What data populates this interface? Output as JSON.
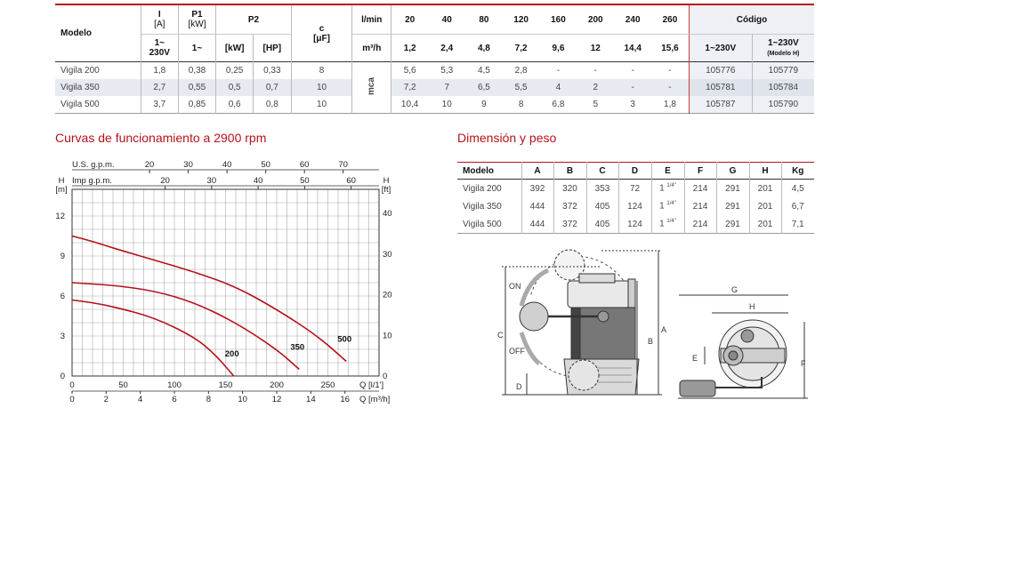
{
  "spec_table": {
    "headers": {
      "modelo": "Modelo",
      "i_top": "I",
      "i_unit": "[A]",
      "i_sub": "1~",
      "i_sub2": "230V",
      "p1_top": "P1",
      "p1_unit": "[kW]",
      "p1_sub": "1~",
      "p2": "P2",
      "p2_kw": "[kW]",
      "p2_hp": "[HP]",
      "c_top": "c",
      "c_unit": "[μF]",
      "lmin": "l/min",
      "m3h": "m³/h",
      "flows_lmin": [
        "20",
        "40",
        "80",
        "120",
        "160",
        "200",
        "240",
        "260"
      ],
      "flows_m3h": [
        "1,2",
        "2,4",
        "4,8",
        "7,2",
        "9,6",
        "12",
        "14,4",
        "15,6"
      ],
      "codigo": "Código",
      "code_a": "1~230V",
      "code_b": "1~230V",
      "code_b_note": "(Modelo H)",
      "mca": "mca"
    },
    "rows": [
      {
        "model": "Vigila 200",
        "i": "1,8",
        "p1": "0,38",
        "kw": "0,25",
        "hp": "0,33",
        "c": "8",
        "heads": [
          "5,6",
          "5,3",
          "4,5",
          "2,8",
          "-",
          "-",
          "-",
          "-"
        ],
        "code_a": "105776",
        "code_b": "105779"
      },
      {
        "model": "Vigila 350",
        "i": "2,7",
        "p1": "0,55",
        "kw": "0,5",
        "hp": "0,7",
        "c": "10",
        "heads": [
          "7,2",
          "7",
          "6,5",
          "5,5",
          "4",
          "2",
          "-",
          "-"
        ],
        "code_a": "105781",
        "code_b": "105784"
      },
      {
        "model": "Vigila 500",
        "i": "3,7",
        "p1": "0,85",
        "kw": "0,6",
        "hp": "0,8",
        "c": "10",
        "heads": [
          "10,4",
          "10",
          "9",
          "8",
          "6,8",
          "5",
          "3",
          "1,8"
        ],
        "code_a": "105787",
        "code_b": "105790"
      }
    ]
  },
  "curves_title": "Curvas de funcionamiento a 2900 rpm",
  "dims_title": "Dimensión y peso",
  "dims_table": {
    "headers": [
      "Modelo",
      "A",
      "B",
      "C",
      "D",
      "E",
      "F",
      "G",
      "H",
      "Kg"
    ],
    "e_base": "1",
    "e_sup": "1/4\"",
    "rows": [
      {
        "model": "Vigila 200",
        "vals": [
          "392",
          "320",
          "353",
          "72"
        ],
        "rest": [
          "214",
          "291",
          "201",
          "4,5"
        ]
      },
      {
        "model": "Vigila 350",
        "vals": [
          "444",
          "372",
          "405",
          "124"
        ],
        "rest": [
          "214",
          "291",
          "201",
          "6,7"
        ]
      },
      {
        "model": "Vigila 500",
        "vals": [
          "444",
          "372",
          "405",
          "124"
        ],
        "rest": [
          "214",
          "291",
          "201",
          "7,1"
        ]
      }
    ]
  },
  "chart_data": {
    "type": "line",
    "top_axis1_label": "U.S. g.p.m.",
    "top_axis1_ticks": [
      "20",
      "30",
      "40",
      "50",
      "60",
      "70"
    ],
    "top_axis2_label": "Imp g.p.m.",
    "top_axis2_ticks": [
      "20",
      "30",
      "40",
      "50",
      "60"
    ],
    "left_label_h": "H",
    "left_label_unit": "[m]",
    "right_label_h": "H",
    "right_label_unit": "[ft]",
    "left_ticks": [
      "0",
      "3",
      "6",
      "9",
      "12"
    ],
    "right_ticks": [
      "0",
      "10",
      "20",
      "30",
      "40"
    ],
    "bottom1_ticks": [
      "0",
      "50",
      "100",
      "150",
      "200",
      "250"
    ],
    "bottom1_label": "Q [l/1']",
    "bottom2_ticks": [
      "0",
      "2",
      "4",
      "6",
      "8",
      "10",
      "12",
      "14",
      "16"
    ],
    "bottom2_label": "Q [m³/h]",
    "xlim": [
      0,
      300
    ],
    "ylim": [
      0,
      14
    ],
    "series": [
      {
        "name": "200",
        "x": [
          0,
          20,
          40,
          80,
          120,
          140,
          158
        ],
        "y": [
          5.7,
          5.5,
          5.2,
          4.4,
          2.9,
          1.6,
          0
        ]
      },
      {
        "name": "350",
        "x": [
          0,
          20,
          40,
          80,
          120,
          160,
          200,
          222
        ],
        "y": [
          7.0,
          6.9,
          6.8,
          6.4,
          5.5,
          4.0,
          2.0,
          0.5
        ]
      },
      {
        "name": "500",
        "x": [
          0,
          20,
          40,
          80,
          120,
          160,
          200,
          240,
          268
        ],
        "y": [
          10.5,
          10.1,
          9.6,
          8.7,
          7.8,
          6.7,
          5.0,
          3.0,
          1.1
        ]
      }
    ]
  },
  "drawing": {
    "labels": {
      "on": "ON",
      "off": "OFF",
      "a": "A",
      "b": "B",
      "c": "C",
      "d": "D",
      "e": "E",
      "f": "F",
      "g": "G",
      "h": "H"
    }
  }
}
